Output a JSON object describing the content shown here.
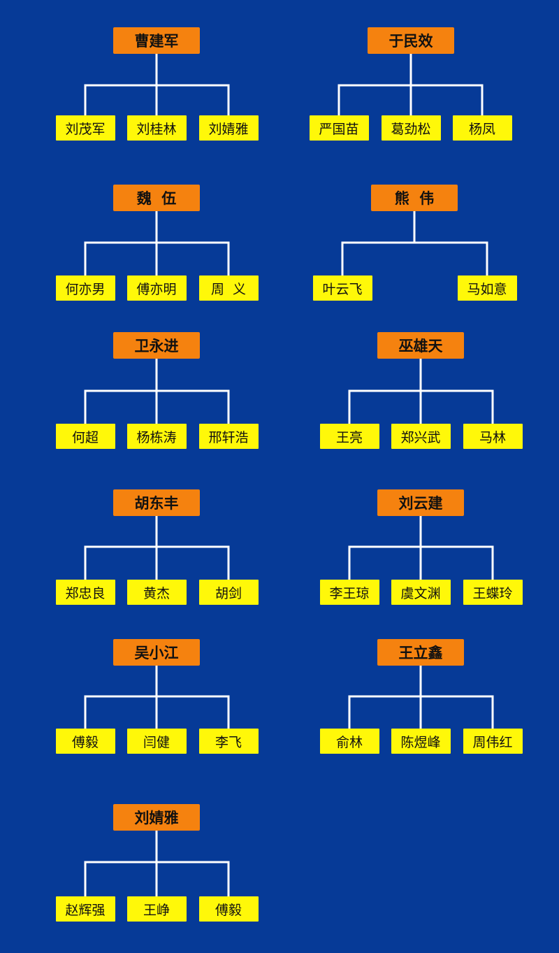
{
  "groups": [
    {
      "leader": "曹建军",
      "members": [
        "刘茂军",
        "刘桂林",
        "刘婧雅"
      ]
    },
    {
      "leader": "于民效",
      "members": [
        "严国苗",
        "葛劲松",
        "杨凤"
      ]
    },
    {
      "leader": "魏  伍",
      "members": [
        "何亦男",
        "傅亦明",
        "周  义"
      ]
    },
    {
      "leader": "熊  伟",
      "members": [
        "叶云飞",
        "马如意"
      ]
    },
    {
      "leader": "卫永进",
      "members": [
        "何超",
        "杨栋涛",
        "邢轩浩"
      ]
    },
    {
      "leader": "巫雄天",
      "members": [
        "王亮",
        "郑兴武",
        "马林"
      ]
    },
    {
      "leader": "胡东丰",
      "members": [
        "郑忠良",
        "黄杰",
        "胡剑"
      ]
    },
    {
      "leader": "刘云建",
      "members": [
        "李王琼",
        "虞文渊",
        "王蝶玲"
      ]
    },
    {
      "leader": "吴小江",
      "members": [
        "傅毅",
        "闫健",
        "李飞"
      ]
    },
    {
      "leader": "王立鑫",
      "members": [
        "俞林",
        "陈煜峰",
        "周伟红"
      ]
    },
    {
      "leader": "刘婧雅",
      "members": [
        "赵辉强",
        "王峥",
        "傅毅"
      ]
    }
  ],
  "colors": {
    "background": "#063a97",
    "leader_box": "#f5820f",
    "member_box": "#fff809",
    "connector": "#ffffff"
  }
}
